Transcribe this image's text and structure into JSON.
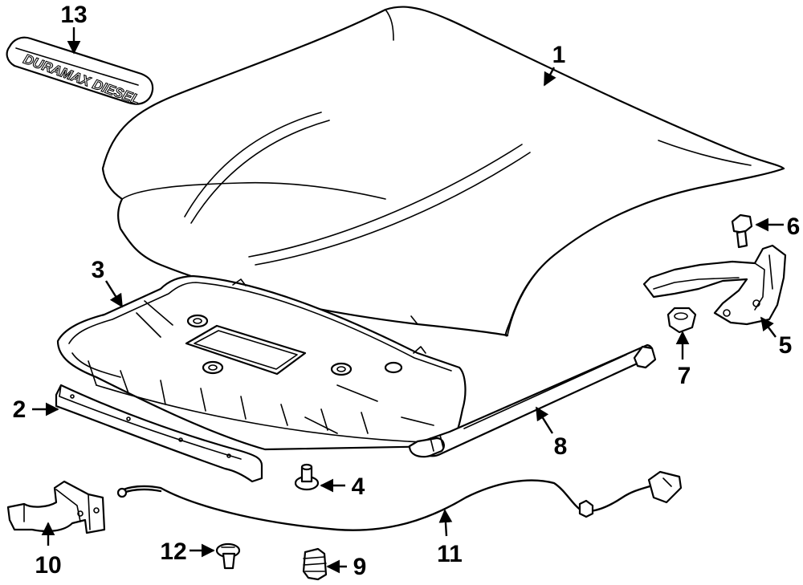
{
  "emblem": {
    "text": "DURAMAX DIESEL"
  },
  "callouts": [
    {
      "id": "1",
      "label": "1"
    },
    {
      "id": "2",
      "label": "2"
    },
    {
      "id": "3",
      "label": "3"
    },
    {
      "id": "4",
      "label": "4"
    },
    {
      "id": "5",
      "label": "5"
    },
    {
      "id": "6",
      "label": "6"
    },
    {
      "id": "7",
      "label": "7"
    },
    {
      "id": "8",
      "label": "8"
    },
    {
      "id": "9",
      "label": "9"
    },
    {
      "id": "10",
      "label": "10"
    },
    {
      "id": "11",
      "label": "11"
    },
    {
      "id": "12",
      "label": "12"
    },
    {
      "id": "13",
      "label": "13"
    }
  ],
  "colors": {
    "line": "#000000",
    "background": "#ffffff"
  }
}
